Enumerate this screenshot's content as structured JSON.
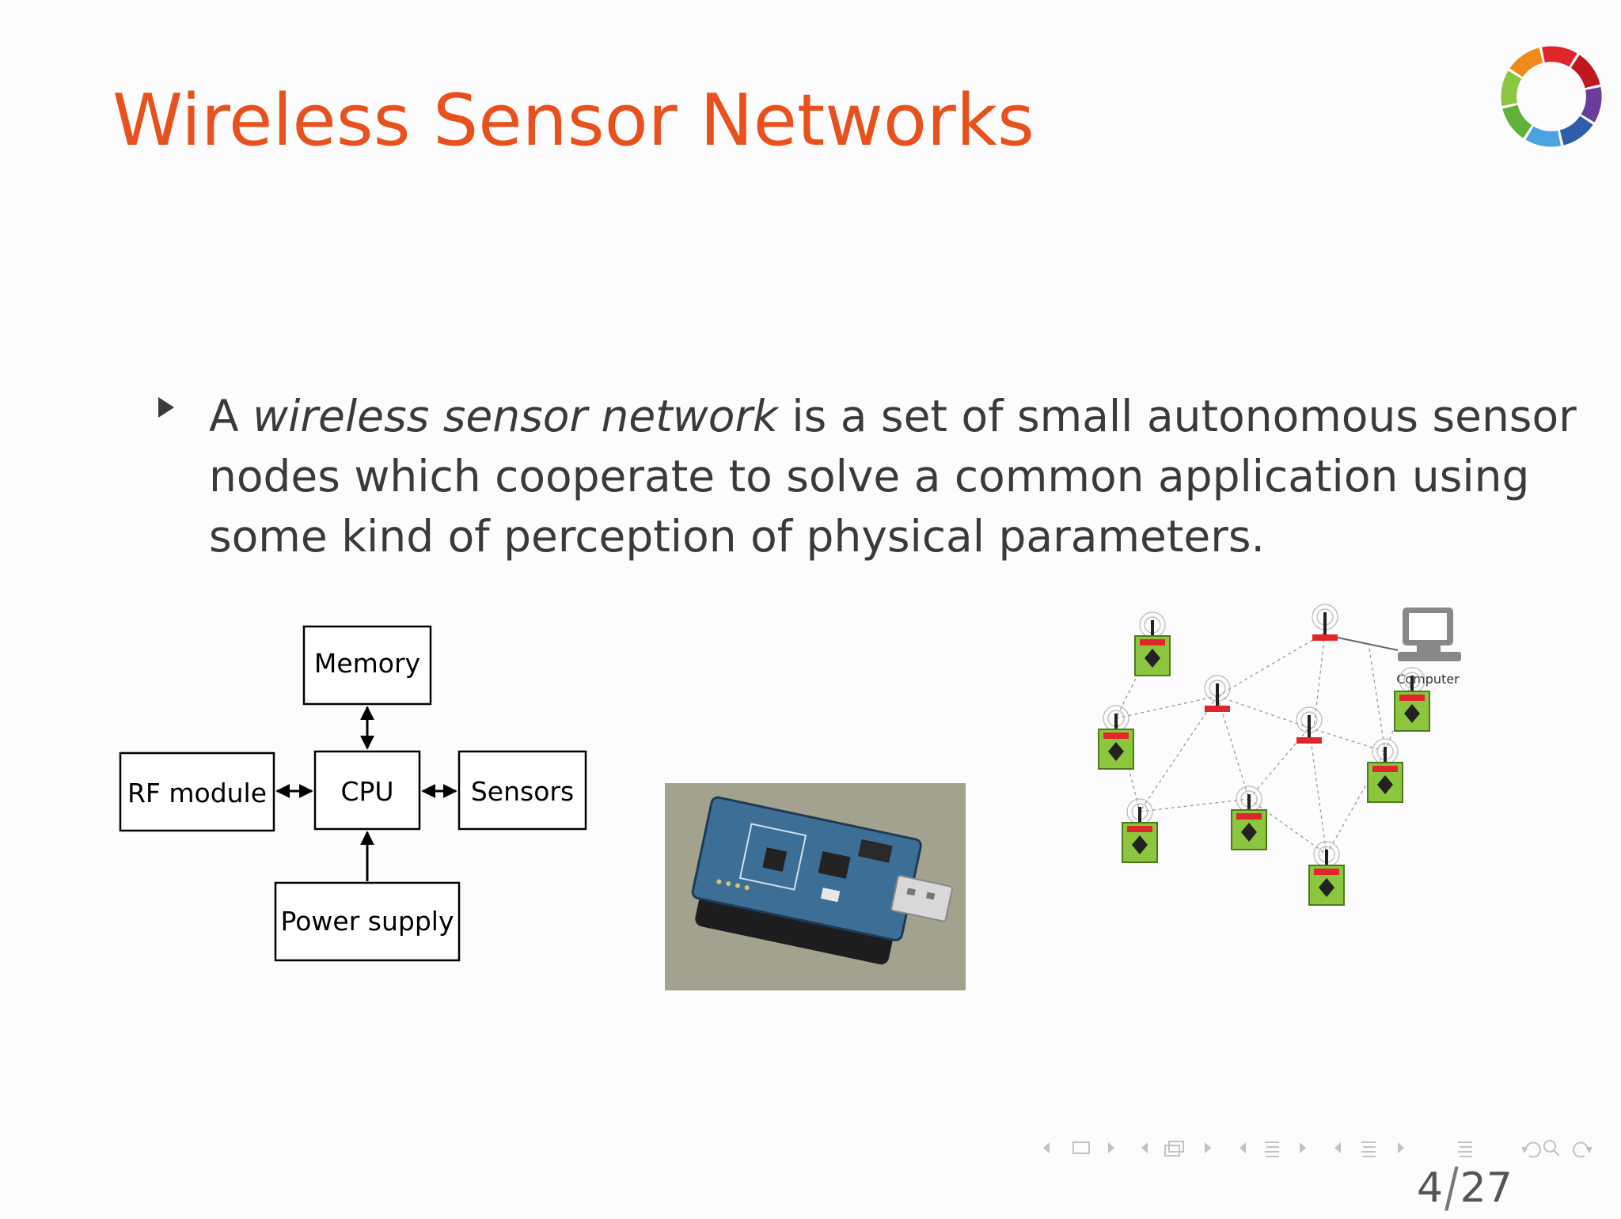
{
  "slide": {
    "title": "Wireless Sensor Networks",
    "bullet_lines": [
      {
        "lead": "A",
        "emph": "wireless sensor network",
        "rest": "is a set of small autonomous sensor"
      },
      {
        "text": "nodes which cooperate to solve a common application using"
      },
      {
        "text": "some kind of perception of physical parameters."
      }
    ]
  },
  "block_diagram": {
    "memory": "Memory",
    "cpu": "CPU",
    "rf_module": "RF module",
    "sensors": "Sensors",
    "power_supply": "Power supply"
  },
  "network_diagram": {
    "computer_label": "Computer"
  },
  "footer": {
    "page_current": "4",
    "page_total": "27"
  },
  "colors": {
    "title": "#e8501e",
    "text": "#3a3a3a",
    "node_green": "#8cc63f",
    "node_red": "#e0262b"
  }
}
